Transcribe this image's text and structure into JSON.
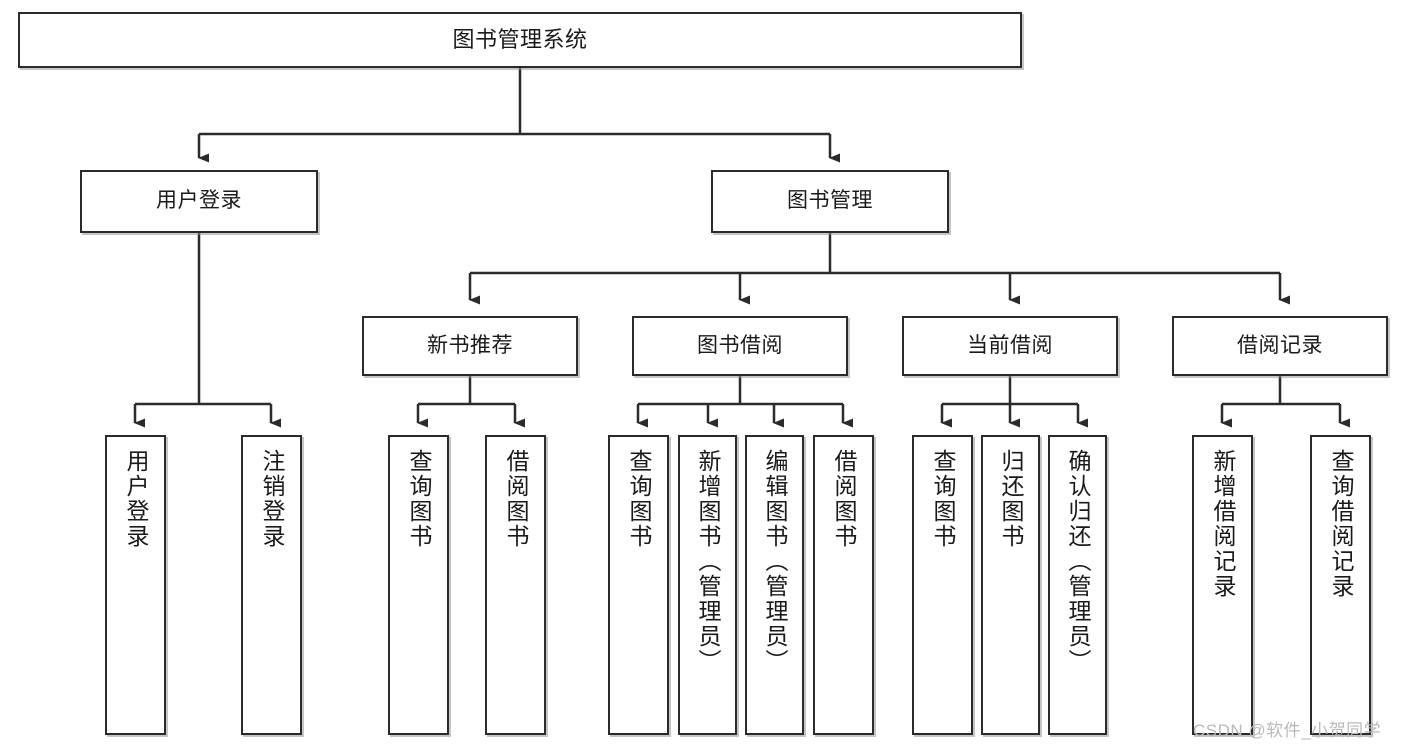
{
  "diagram": {
    "type": "tree",
    "title": "图书管理系统",
    "watermark": "CSDN @软件_小贺同学",
    "colors": {
      "box_border": "#2b2b2b",
      "box_fill": "#ffffff",
      "edge": "#2b2b2b",
      "text": "#1a1a1a",
      "watermark": "#b9b9b9"
    },
    "nodes": {
      "root": {
        "label": "图书管理系统"
      },
      "level2": [
        {
          "id": "user_login",
          "label": "用户登录"
        },
        {
          "id": "book_mgmt",
          "label": "图书管理"
        }
      ],
      "level3": [
        {
          "id": "new_book_rec",
          "label": "新书推荐"
        },
        {
          "id": "book_borrow",
          "label": "图书借阅"
        },
        {
          "id": "current_borrow",
          "label": "当前借阅"
        },
        {
          "id": "borrow_record",
          "label": "借阅记录"
        }
      ],
      "leaves": [
        {
          "id": "leaf_user_login",
          "parent": "user_login",
          "label": "用户登录"
        },
        {
          "id": "leaf_logout",
          "parent": "user_login",
          "label": "注销登录"
        },
        {
          "id": "leaf_query_book_1",
          "parent": "new_book_rec",
          "label": "查询图书"
        },
        {
          "id": "leaf_borrow_book_1",
          "parent": "new_book_rec",
          "label": "借阅图书"
        },
        {
          "id": "leaf_query_book_2",
          "parent": "book_borrow",
          "label": "查询图书"
        },
        {
          "id": "leaf_add_book",
          "parent": "book_borrow",
          "label": "新增图书（管理员）"
        },
        {
          "id": "leaf_edit_book",
          "parent": "book_borrow",
          "label": "编辑图书（管理员）"
        },
        {
          "id": "leaf_borrow_book_2",
          "parent": "book_borrow",
          "label": "借阅图书"
        },
        {
          "id": "leaf_query_book_3",
          "parent": "current_borrow",
          "label": "查询图书"
        },
        {
          "id": "leaf_return_book",
          "parent": "current_borrow",
          "label": "归还图书"
        },
        {
          "id": "leaf_confirm_return",
          "parent": "current_borrow",
          "label": "确认归还（管理员）"
        },
        {
          "id": "leaf_add_record",
          "parent": "borrow_record",
          "label": "新增借阅记录"
        },
        {
          "id": "leaf_query_record",
          "parent": "borrow_record",
          "label": "查询借阅记录"
        }
      ]
    }
  }
}
